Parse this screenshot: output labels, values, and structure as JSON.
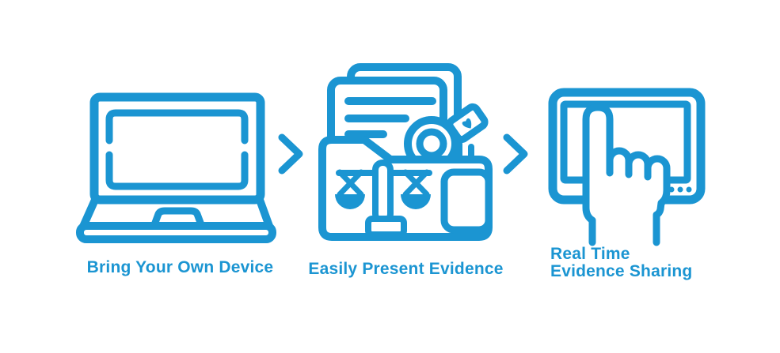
{
  "colors": {
    "accent": "#1B95D2"
  },
  "steps": [
    {
      "name": "bring-your-own-device",
      "icon": "laptop-icon",
      "label_lines": [
        "Bring Your Own Device"
      ]
    },
    {
      "name": "easily-present-evidence",
      "icon": "evidence-folder-icon",
      "label_lines": [
        "Easily Present Evidence"
      ]
    },
    {
      "name": "real-time-evidence-sharing",
      "icon": "touchscreen-hand-icon",
      "label_lines": [
        "Real Time",
        "Evidence Sharing"
      ]
    }
  ],
  "separators": [
    {
      "icon": "chevron-right-icon"
    },
    {
      "icon": "chevron-right-icon"
    }
  ]
}
